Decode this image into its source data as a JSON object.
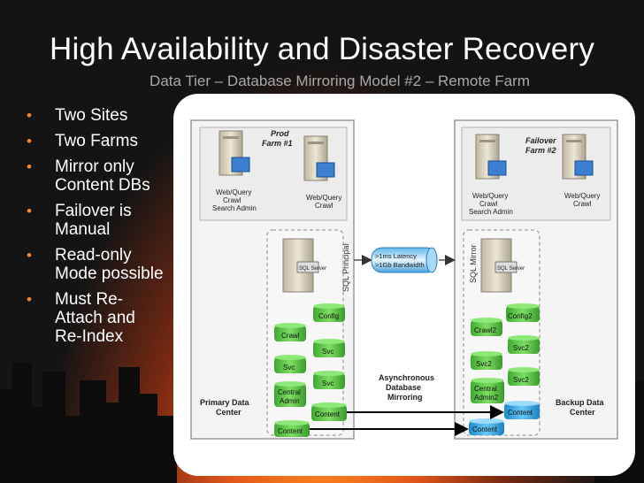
{
  "slide": {
    "title": "High Availability and Disaster Recovery",
    "subtitle": "Data Tier – Database Mirroring Model #2 – Remote Farm"
  },
  "bullets": [
    {
      "line1": "Two Sites",
      "line2": ""
    },
    {
      "line1": "Two Farms",
      "line2": ""
    },
    {
      "line1": "Mirror only",
      "line2": "Content DBs"
    },
    {
      "line1": "Failover is",
      "line2": "Manual"
    },
    {
      "line1": "Read-only",
      "line2": "Mode possible"
    },
    {
      "line1": "Must Re-",
      "line2": "Attach and",
      "line3": "Re-Index"
    }
  ],
  "diagram": {
    "prod_farm": {
      "line1": "Prod",
      "line2": "Farm #1"
    },
    "failover_farm": {
      "line1": "Failover",
      "line2": "Farm #2"
    },
    "servers": {
      "left_wq": {
        "l1": "Web/Query",
        "l2": "Crawl",
        "l3": "Search Admin"
      },
      "left_wq2": {
        "l1": "Web/Query",
        "l2": "Crawl"
      },
      "right_wq": {
        "l1": "Web/Query",
        "l2": "Crawl",
        "l3": "Search Admin"
      },
      "right_wq2": {
        "l1": "Web/Query",
        "l2": "Crawl"
      }
    },
    "sql_badge": "SQL Server",
    "sql_principal": "SQL Principal",
    "sql_mirror": "SQL Mirror",
    "latency": {
      "l1": ">1ms Latency",
      "l2": ">1Gb Bandwidth"
    },
    "left_dbs": {
      "config": "Config",
      "crawl": "Crawl",
      "svc1": "Svc",
      "svc2": "Svc",
      "svc3": "Svc",
      "central_l1": "Central",
      "central_l2": "Admin",
      "content1": "Content",
      "content2": "Content"
    },
    "right_dbs": {
      "config": "Config2",
      "crawl": "Crawl2",
      "svc1": "Svc2",
      "svc2": "Svc2",
      "svc3": "Svc2",
      "central_l1": "Central",
      "central_l2": "Admin2",
      "content1": "Content",
      "content2": "Content"
    },
    "async": {
      "l1": "Asynchronous",
      "l2": "Database",
      "l3": "Mirroring"
    },
    "primary": {
      "l1": "Primary Data",
      "l2": "Center"
    },
    "backup": {
      "l1": "Backup Data",
      "l2": "Center"
    }
  },
  "colors": {
    "accent_orange": "#f08a2c",
    "db_green": "#5fc44a",
    "db_blue": "#2ea8e8",
    "panel_border": "#9a9a9a"
  }
}
